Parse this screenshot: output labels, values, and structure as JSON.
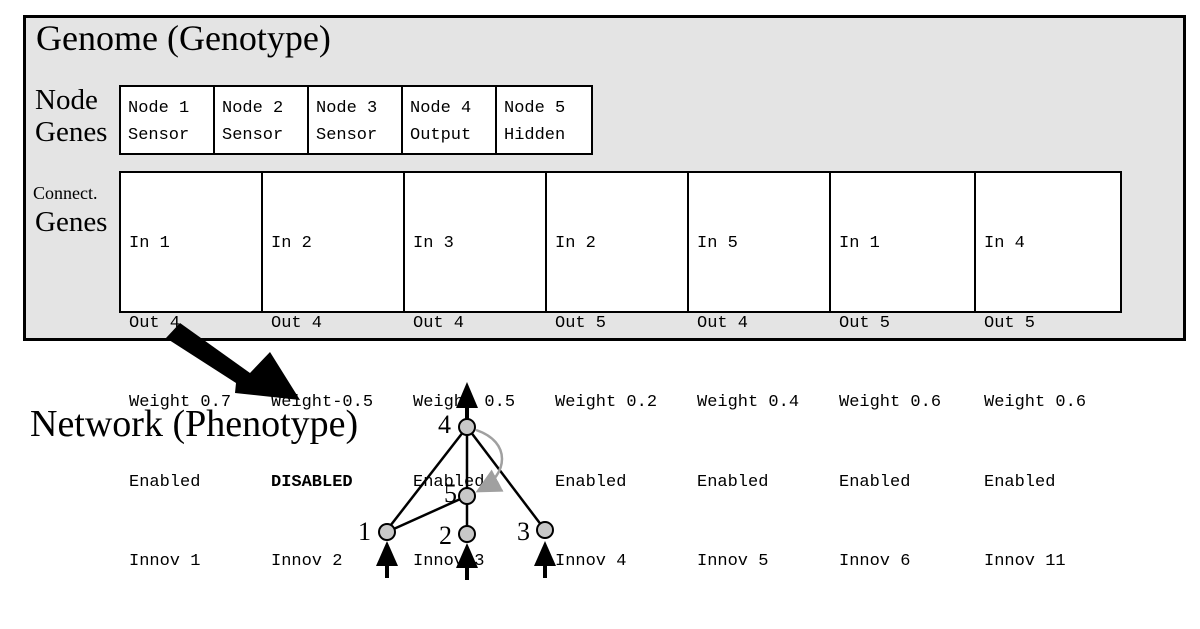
{
  "genome": {
    "title": "Genome (Genotype)",
    "node_label_line1": "Node",
    "node_label_line2": "Genes",
    "conn_label_small": "Connect.",
    "conn_label_big": "Genes",
    "node_genes": [
      {
        "name": "Node 1",
        "type": "Sensor"
      },
      {
        "name": "Node 2",
        "type": "Sensor"
      },
      {
        "name": "Node 3",
        "type": "Sensor"
      },
      {
        "name": "Node 4",
        "type": "Output"
      },
      {
        "name": "Node 5",
        "type": "Hidden"
      }
    ],
    "connection_genes": [
      {
        "in": "In 1",
        "out": "Out 4",
        "weight": "Weight 0.7",
        "status": "Enabled",
        "innov": "Innov 1"
      },
      {
        "in": "In 2",
        "out": "Out 4",
        "weight": "Weight-0.5",
        "status": "DISABLED",
        "innov": "Innov 2"
      },
      {
        "in": "In 3",
        "out": "Out 4",
        "weight": "Weight 0.5",
        "status": "Enabled",
        "innov": "Innov 3"
      },
      {
        "in": "In 2",
        "out": "Out 5",
        "weight": "Weight 0.2",
        "status": "Enabled",
        "innov": "Innov 4"
      },
      {
        "in": "In 5",
        "out": "Out 4",
        "weight": "Weight 0.4",
        "status": "Enabled",
        "innov": "Innov 5"
      },
      {
        "in": "In 1",
        "out": "Out 5",
        "weight": "Weight 0.6",
        "status": "Enabled",
        "innov": "Innov 6"
      },
      {
        "in": "In 4",
        "out": "Out 5",
        "weight": "Weight 0.6",
        "status": "Enabled",
        "innov": "Innov 11"
      }
    ]
  },
  "network": {
    "title": "Network (Phenotype)",
    "node_labels": {
      "n1": "1",
      "n2": "2",
      "n3": "3",
      "n4": "4",
      "n5": "5"
    }
  },
  "colors": {
    "panel_background": "#e4e4e4",
    "node_fill": "#c8c8c8",
    "recurrent_edge": "#a0a0a0"
  }
}
